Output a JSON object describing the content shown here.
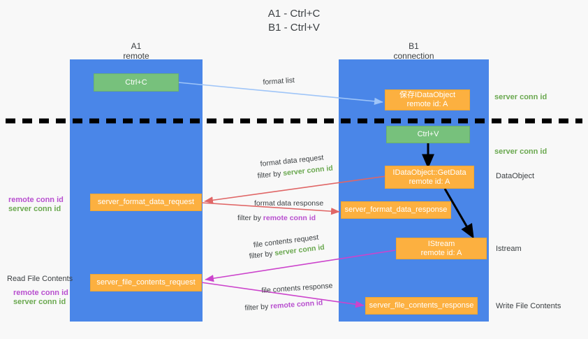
{
  "title": {
    "line1": "A1 - Ctrl+C",
    "line2": "B1 - Ctrl+V"
  },
  "columns": [
    {
      "name": "A1",
      "sub": "remote"
    },
    {
      "name": "B1",
      "sub": "connection"
    }
  ],
  "boxes": {
    "ctrl_c": {
      "label": "Ctrl+C"
    },
    "save_idataobject": {
      "line1": "保存IDataObject",
      "line2": "remote id: A"
    },
    "ctrl_v": {
      "label": "Ctrl+V"
    },
    "getdata": {
      "line1": "IDataObject::GetData",
      "line2": "remote id: A"
    },
    "server_format_data_request": {
      "label": "server_format_data_request"
    },
    "server_format_data_response": {
      "label": "server_format_data_response"
    },
    "istream": {
      "line1": "IStream",
      "line2": "remote id: A"
    },
    "server_file_contents_request": {
      "label": "server_file_contents_request"
    },
    "server_file_contents_response": {
      "label": "server_file_contents_response"
    }
  },
  "annotations": {
    "format_list": "format list",
    "format_data_request": "format data request",
    "format_data_request_filter_prefix": "filter by ",
    "format_data_request_filter_key": "server conn id",
    "format_data_response": "format data response",
    "format_data_response_filter_prefix": "filter by ",
    "format_data_response_filter_key": "remote conn id",
    "file_contents_request": "file contents request",
    "file_contents_request_filter_prefix": "filter by ",
    "file_contents_request_filter_key": "server conn id",
    "file_contents_response": "file contents response",
    "file_contents_response_filter_prefix": "filter by ",
    "file_contents_response_filter_key": "remote conn id"
  },
  "right_labels": {
    "server_conn_id_top": "server conn id",
    "server_conn_id_mid": "server conn id",
    "dataobject": "DataObject",
    "istream": "Istream",
    "write_file_contents": "Write File Contents"
  },
  "left_labels": {
    "remote_conn_id_mid": "remote conn id",
    "server_conn_id_mid": "server conn id",
    "read_file_contents": "Read File Contents",
    "remote_conn_id_bottom": "remote conn id",
    "server_conn_id_bottom": "server conn id"
  },
  "colors": {
    "lane": "#4a86e8",
    "green_box": "#77c17c",
    "orange_box": "#fcb040",
    "green_text": "#6aa84f",
    "purple_text": "#b84fcf",
    "arrow_blue": "#9fc5f8",
    "arrow_red": "#e06666",
    "arrow_magenta": "#cc44cc",
    "arrow_black": "#000000",
    "background": "#f8f8f8"
  }
}
